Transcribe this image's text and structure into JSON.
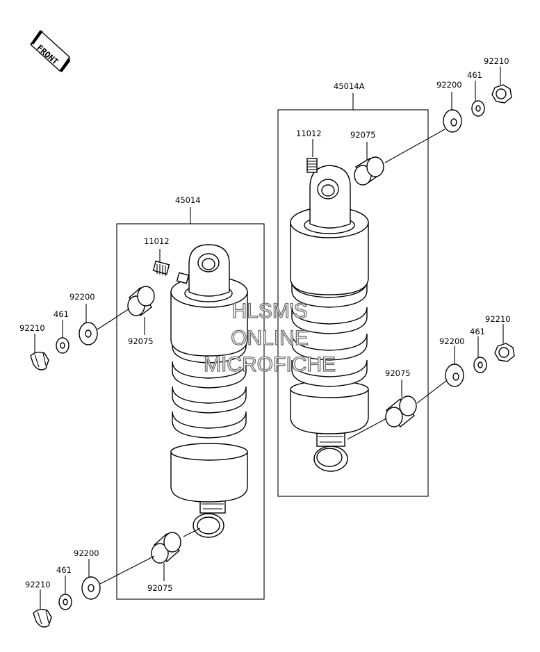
{
  "front_label": "FRONT",
  "assembly_left": "45014",
  "assembly_right": "45014A",
  "labels": {
    "l_11012": "11012",
    "l_92200_top": "92200",
    "l_461_top": "461",
    "l_92210_top": "92210",
    "l_92075_top": "92075",
    "l_92200_bot": "92200",
    "l_461_bot": "461",
    "l_92210_bot": "92210",
    "l_92075_bot": "92075",
    "r_11012": "11012",
    "r_92075_top": "92075",
    "r_92200_top": "92200",
    "r_461_top": "461",
    "r_92210_top": "92210",
    "r_92200_bot": "92200",
    "r_461_bot": "461",
    "r_92210_bot": "92210",
    "r_92075_bot": "92075"
  },
  "watermark": {
    "line1": "HLSM'S",
    "line2": "ONLINE",
    "line3": "MICROFICHE"
  }
}
